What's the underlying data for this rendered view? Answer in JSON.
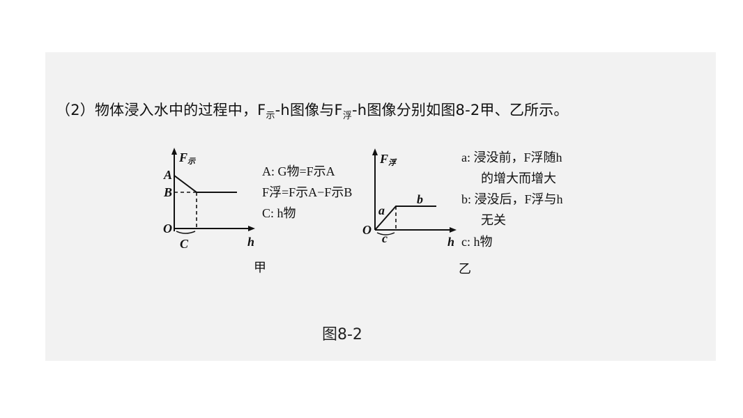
{
  "heading": {
    "prefix": "（2）物体浸入水中的过程中，F",
    "sub1": "示",
    "mid": "-h图像与F",
    "sub2": "浮",
    "suffix": "-h图像分别如图8-2甲、乙所示。"
  },
  "fig_jia": {
    "y_axis": "F",
    "y_sub": "示",
    "point_A": "A",
    "point_B": "B",
    "origin": "O",
    "point_C": "C",
    "x_axis": "h",
    "notes": [
      "A: G物=F示A",
      "F浮=F示A−F示B",
      "C: h物"
    ],
    "label": "甲"
  },
  "fig_yi": {
    "y_axis": "F",
    "y_sub": "浮",
    "seg_a": "a",
    "seg_b": "b",
    "origin": "O",
    "point_c": "c",
    "x_axis": "h",
    "notes": [
      "a: 浸没前，F浮随h",
      "的增大而增大",
      "b: 浸没后，F浮与h",
      "无关",
      "c: h物"
    ],
    "label": "乙"
  },
  "caption": "图8-2"
}
